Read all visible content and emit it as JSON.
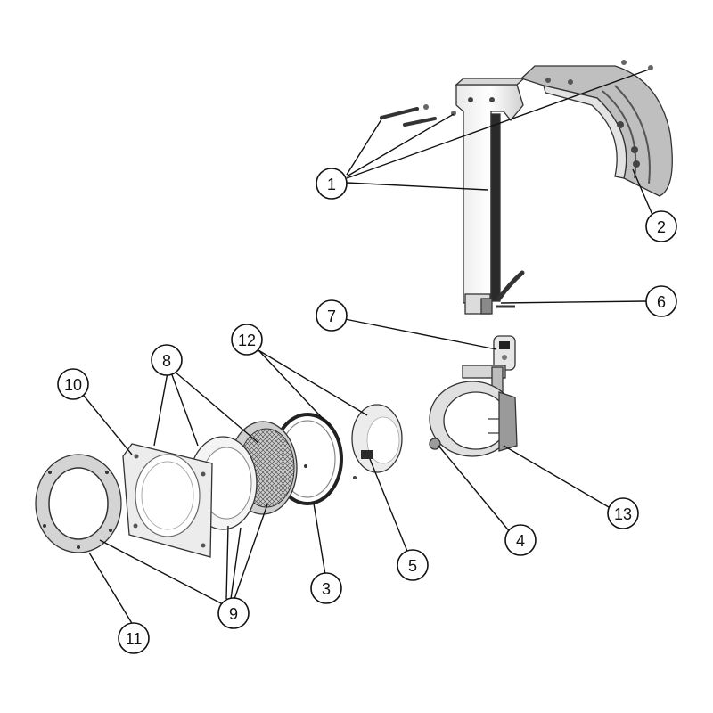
{
  "colors": {
    "line": "#111111",
    "part_light": "#f2f2f2",
    "part_mid": "#cfcfcf",
    "part_dark": "#8a8a8a",
    "background": "#ffffff"
  },
  "callouts": [
    {
      "id": "c1",
      "label": "1"
    },
    {
      "id": "c2",
      "label": "2"
    },
    {
      "id": "c3",
      "label": "3"
    },
    {
      "id": "c4",
      "label": "4"
    },
    {
      "id": "c5",
      "label": "5"
    },
    {
      "id": "c6",
      "label": "6"
    },
    {
      "id": "c7",
      "label": "7"
    },
    {
      "id": "c8",
      "label": "8"
    },
    {
      "id": "c9",
      "label": "9"
    },
    {
      "id": "c10",
      "label": "10"
    },
    {
      "id": "c11",
      "label": "11"
    },
    {
      "id": "c12",
      "label": "12"
    },
    {
      "id": "c13",
      "label": "13"
    }
  ]
}
